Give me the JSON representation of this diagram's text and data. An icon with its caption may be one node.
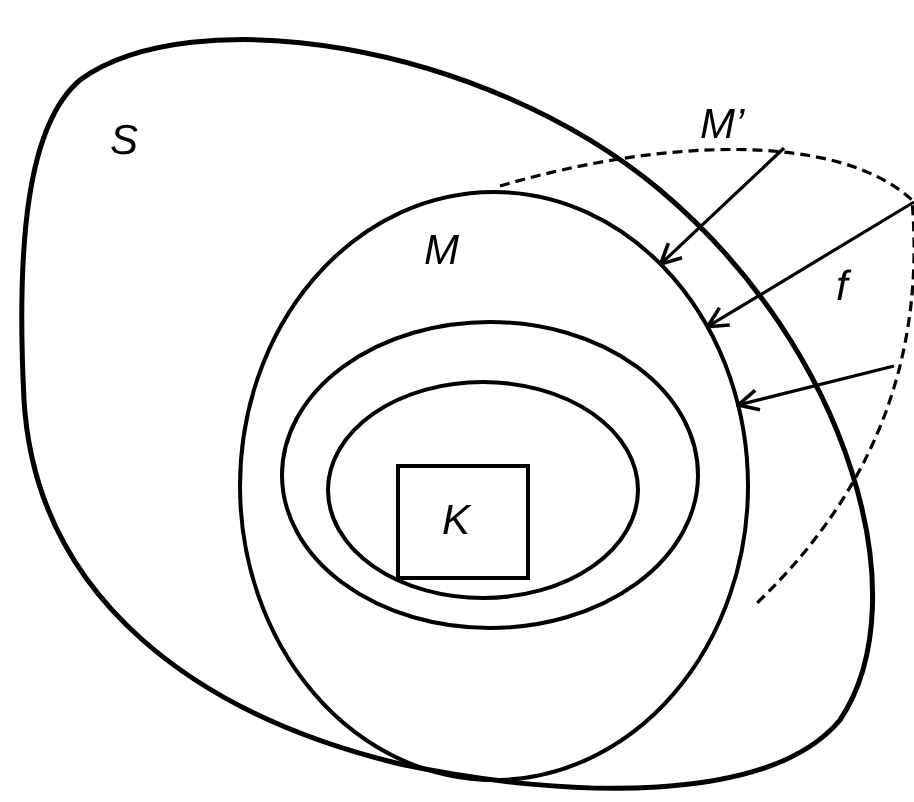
{
  "diagram": {
    "nodes": [
      {
        "text": [
          "S"
        ]
      },
      {
        "text": [
          "M’"
        ]
      },
      {
        "text": [
          "M"
        ],
        "in": 0
      },
      {
        "text": [],
        "shape": "ellipse",
        "in": 2
      },
      {
        "text": [],
        "shape": "ellipse",
        "in": 3
      },
      {
        "text": [
          "K"
        ],
        "in": 4
      }
    ],
    "edges": [
      {
        "from": 1,
        "to": 2,
        "arrow": "to"
      },
      {
        "from": 1,
        "to": 2,
        "arrow": "to",
        "label": "f"
      },
      {
        "from": 1,
        "to": 2,
        "arrow": "to"
      }
    ]
  }
}
